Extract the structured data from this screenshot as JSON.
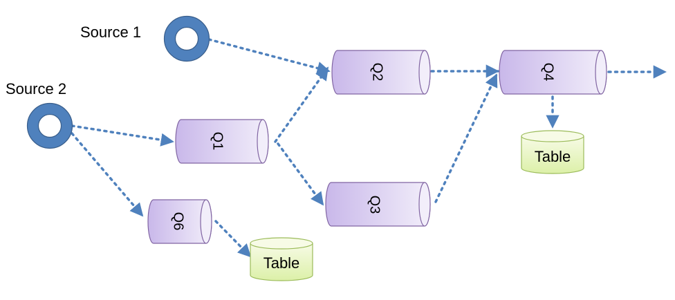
{
  "sources": [
    {
      "id": "source-1",
      "label": "Source 1"
    },
    {
      "id": "source-2",
      "label": "Source 2"
    }
  ],
  "queries": [
    {
      "id": "q1",
      "label": "Q1"
    },
    {
      "id": "q2",
      "label": "Q2"
    },
    {
      "id": "q3",
      "label": "Q3"
    },
    {
      "id": "q4",
      "label": "Q4"
    },
    {
      "id": "q6",
      "label": "Q6"
    }
  ],
  "tables": [
    {
      "id": "table-1",
      "label": "Table"
    },
    {
      "id": "table-2",
      "label": "Table"
    }
  ],
  "edges": [
    {
      "from": "source-1",
      "to": "q2"
    },
    {
      "from": "source-2",
      "to": "q1"
    },
    {
      "from": "source-2",
      "to": "q6"
    },
    {
      "from": "q1",
      "to": "q2"
    },
    {
      "from": "q1",
      "to": "q3"
    },
    {
      "from": "q2",
      "to": "q4"
    },
    {
      "from": "q3",
      "to": "q4"
    },
    {
      "from": "q4",
      "to": "output"
    },
    {
      "from": "q4",
      "to": "table-1"
    },
    {
      "from": "q6",
      "to": "table-2"
    }
  ],
  "colors": {
    "source_ring": "#4f81bd",
    "source_stroke": "#385d8a",
    "query_light": "#f2eefa",
    "query_dark": "#c9b8ea",
    "query_stroke": "#8064a2",
    "table_light": "#f7fbe6",
    "table_dark": "#dcf0a8",
    "table_stroke": "#9bbb59",
    "arrow": "#4f81bd"
  }
}
